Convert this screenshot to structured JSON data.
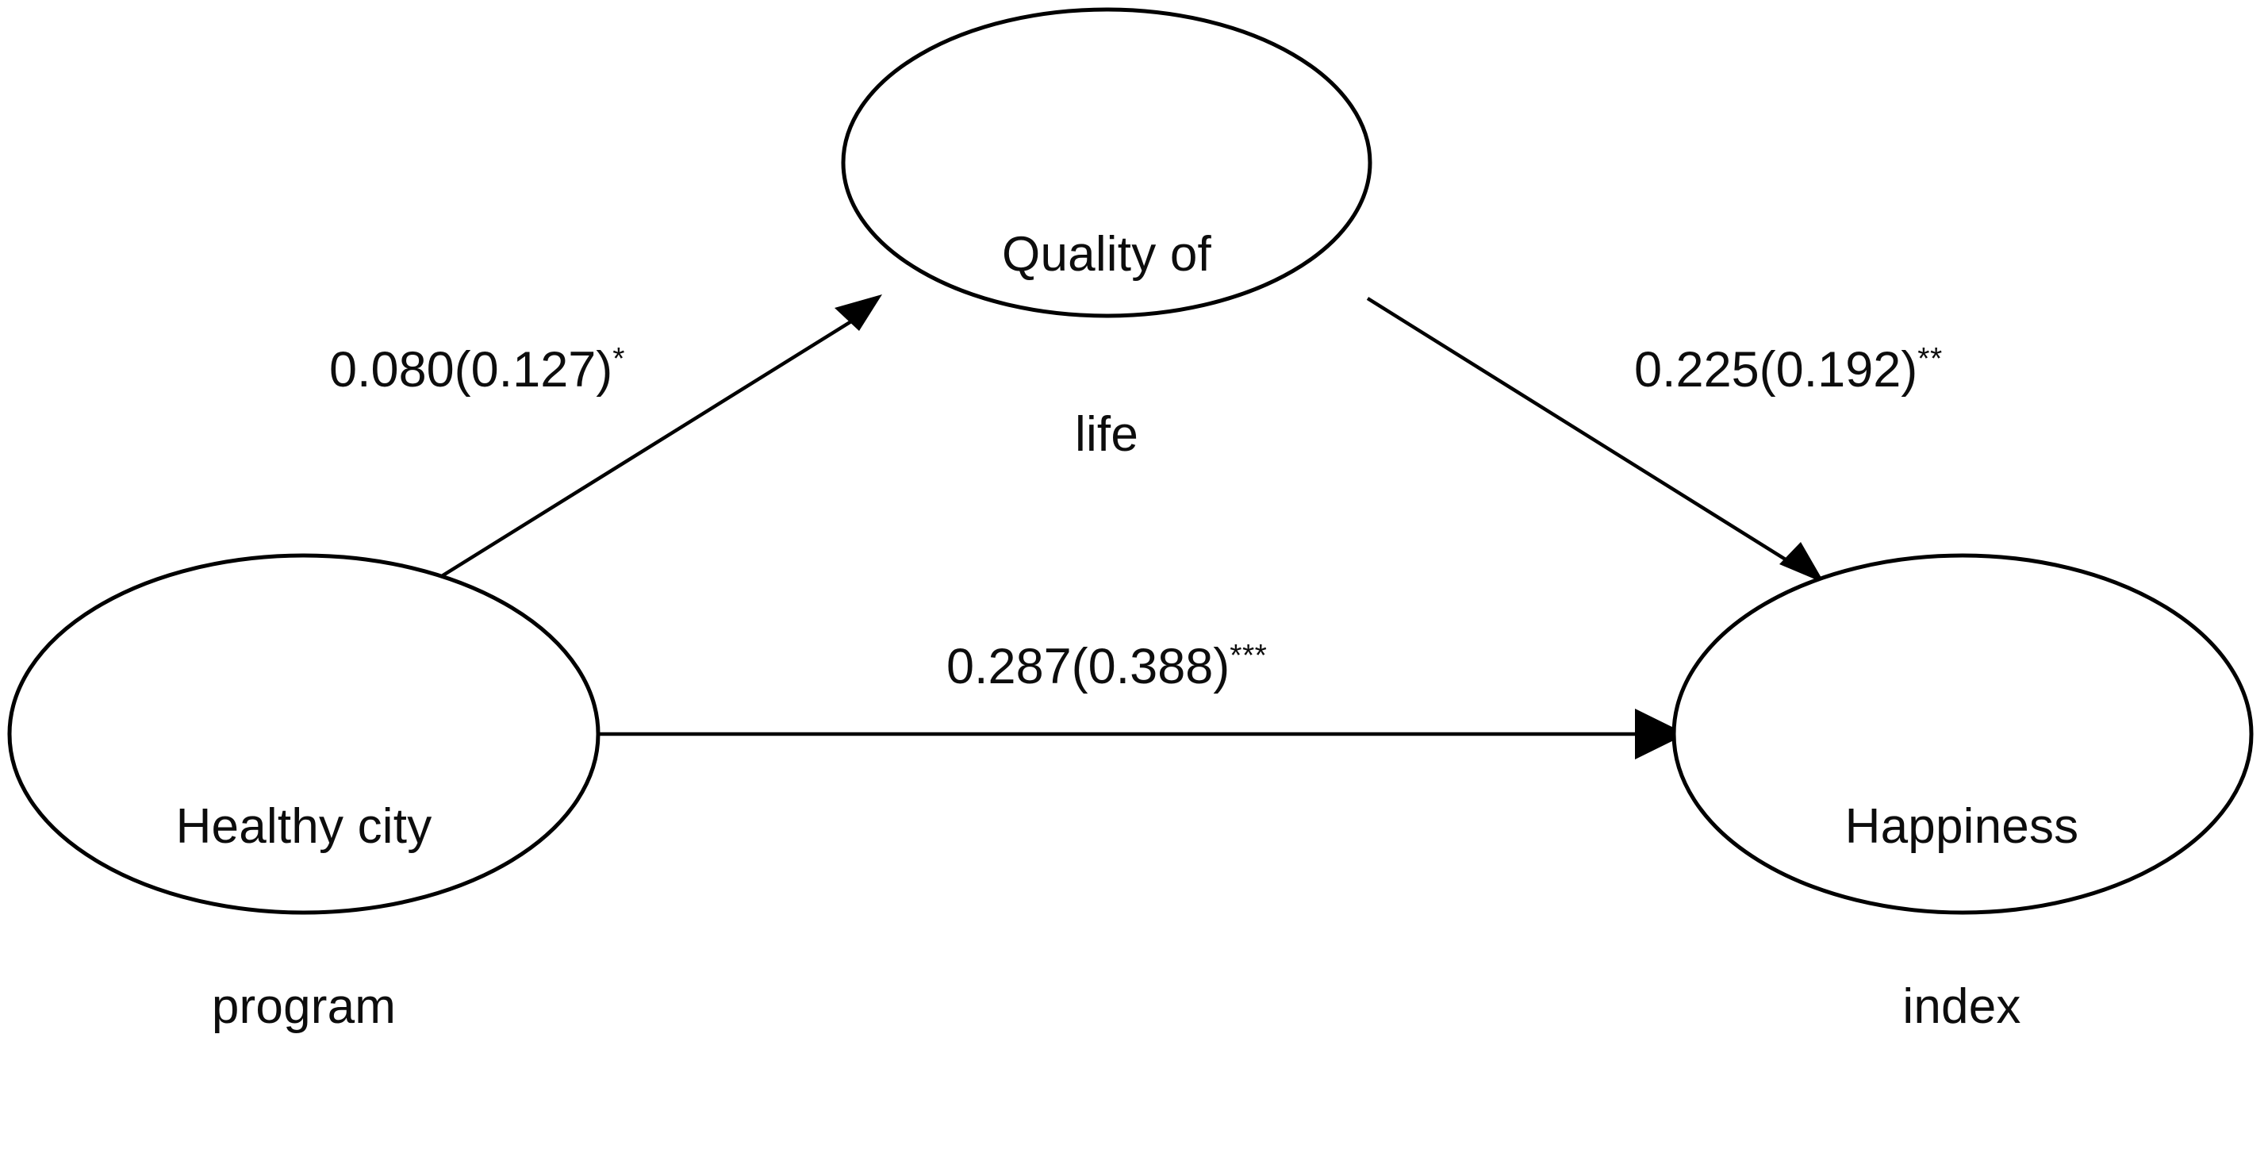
{
  "figure": {
    "type": "path-analysis-diagram",
    "background_color": "#ffffff",
    "stroke_color": "#000000",
    "text_color": "#0d0d0d"
  },
  "nodes": [
    {
      "id": "healthy-city-program",
      "label_line1": "Healthy city",
      "label_line2": "program",
      "role": "independent-variable",
      "shape": "ellipse"
    },
    {
      "id": "quality-of-life",
      "label_line1": "Quality of",
      "label_line2": "life",
      "role": "mediator",
      "shape": "ellipse"
    },
    {
      "id": "happiness-index",
      "label_line1": "Happiness",
      "label_line2": "index",
      "role": "dependent-variable",
      "shape": "ellipse"
    }
  ],
  "edges": [
    {
      "id": "edge-a",
      "from": "healthy-city-program",
      "to": "quality-of-life",
      "coefficient": "0.080",
      "standardized": "(0.127)",
      "significance": "*",
      "label": "0.080(0.127)*"
    },
    {
      "id": "edge-b",
      "from": "quality-of-life",
      "to": "happiness-index",
      "coefficient": "0.225",
      "standardized": "(0.192)",
      "significance": "**",
      "label": "0.225(0.192)**"
    },
    {
      "id": "edge-c",
      "from": "healthy-city-program",
      "to": "happiness-index",
      "coefficient": "0.287",
      "standardized": "(0.388)",
      "significance": "***",
      "label": "0.287(0.388)***"
    }
  ],
  "chart_data": {
    "type": "diagram",
    "title": "",
    "nodes": [
      "Healthy city program",
      "Quality of life",
      "Happiness index"
    ],
    "paths": [
      {
        "from": "Healthy city program",
        "to": "Quality of life",
        "estimate": 0.08,
        "standardized": 0.127,
        "stars": "*"
      },
      {
        "from": "Quality of life",
        "to": "Happiness index",
        "estimate": 0.225,
        "standardized": 0.192,
        "stars": "**"
      },
      {
        "from": "Healthy city program",
        "to": "Happiness index",
        "estimate": 0.287,
        "standardized": 0.388,
        "stars": "***"
      }
    ]
  }
}
